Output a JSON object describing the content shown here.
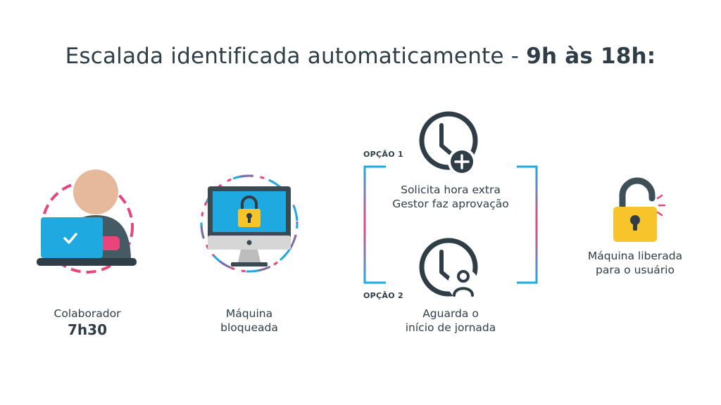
{
  "title": {
    "main": "Escalada identificada automaticamente - ",
    "bold": "9h às 18h",
    "suffix": ":"
  },
  "steps": {
    "collaborator": {
      "label": "Colaborador",
      "time": "7h30"
    },
    "locked": {
      "line1": "Máquina",
      "line2": "bloqueada"
    },
    "option1": {
      "tag": "OPÇÃO 1",
      "line1": "Solicita hora extra",
      "line2": "Gestor faz aprovação"
    },
    "option2": {
      "tag": "OPÇÃO 2",
      "line1": "Aguarda o",
      "line2": "início de jornada"
    },
    "released": {
      "line1": "Máquina liberada",
      "line2": "para o usuário"
    }
  },
  "colors": {
    "dark": "#2f3e46",
    "blue": "#1ea9e1",
    "pink": "#e8467a",
    "purple": "#7f6aa6",
    "yellow": "#f7c52b",
    "skin": "#e6b89c"
  }
}
